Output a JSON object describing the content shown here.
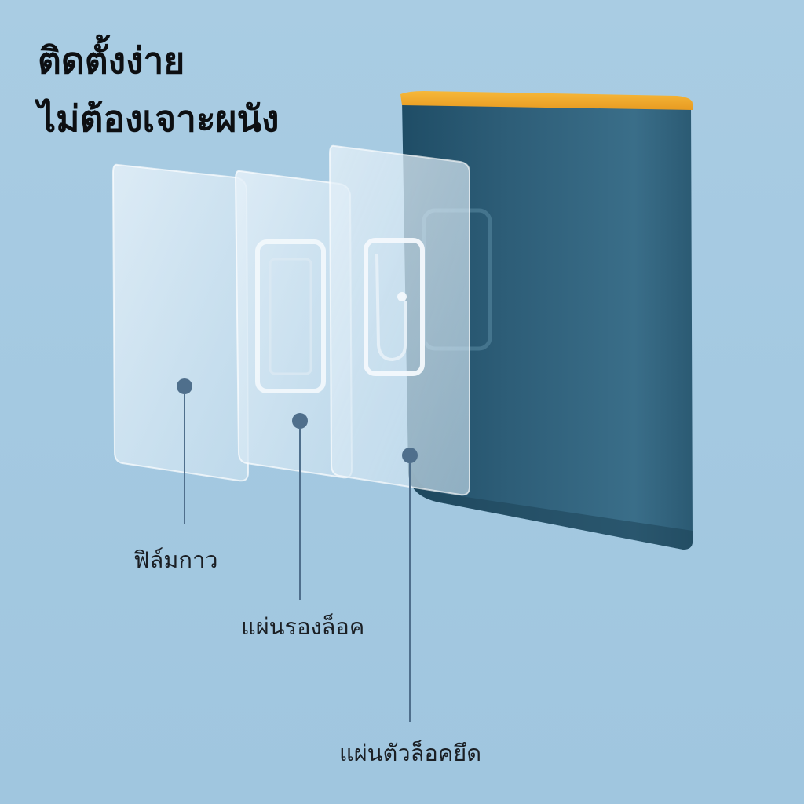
{
  "headline": {
    "line1": "ติดตั้งง่าย",
    "line2": "ไม่ต้องเจาะผนัง"
  },
  "labels": {
    "adhesive_film": "ฟิล์มกาว",
    "base_plate": "แผ่นรองล็อค",
    "locking_plate": "แผ่นตัวล็อคยึด"
  },
  "colors": {
    "background": "#a6cae2",
    "container_body": "#2f5f78",
    "container_lid": "#f0a92b",
    "leader_dot": "#4f6f8c"
  }
}
